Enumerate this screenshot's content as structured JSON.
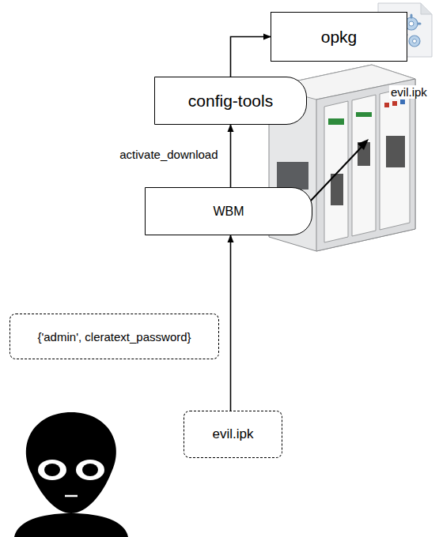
{
  "diagram": {
    "nodes": [
      {
        "text": [
          "opkg"
        ]
      },
      {
        "text": [
          "config-tools"
        ]
      },
      {
        "text": [
          "WBM"
        ]
      },
      {
        "text": [
          "{'admin', cleratext_password}"
        ]
      },
      {
        "text": [
          "evil.ipk"
        ]
      }
    ],
    "edges": [
      {
        "from": 1,
        "to": 0,
        "arrow": "to"
      },
      {
        "from": 2,
        "to": 1,
        "label": "activate_download",
        "arrow": "to"
      },
      {
        "from": 4,
        "to": 2,
        "arrow": "to"
      }
    ],
    "labels": [
      "evil.ipk"
    ]
  }
}
